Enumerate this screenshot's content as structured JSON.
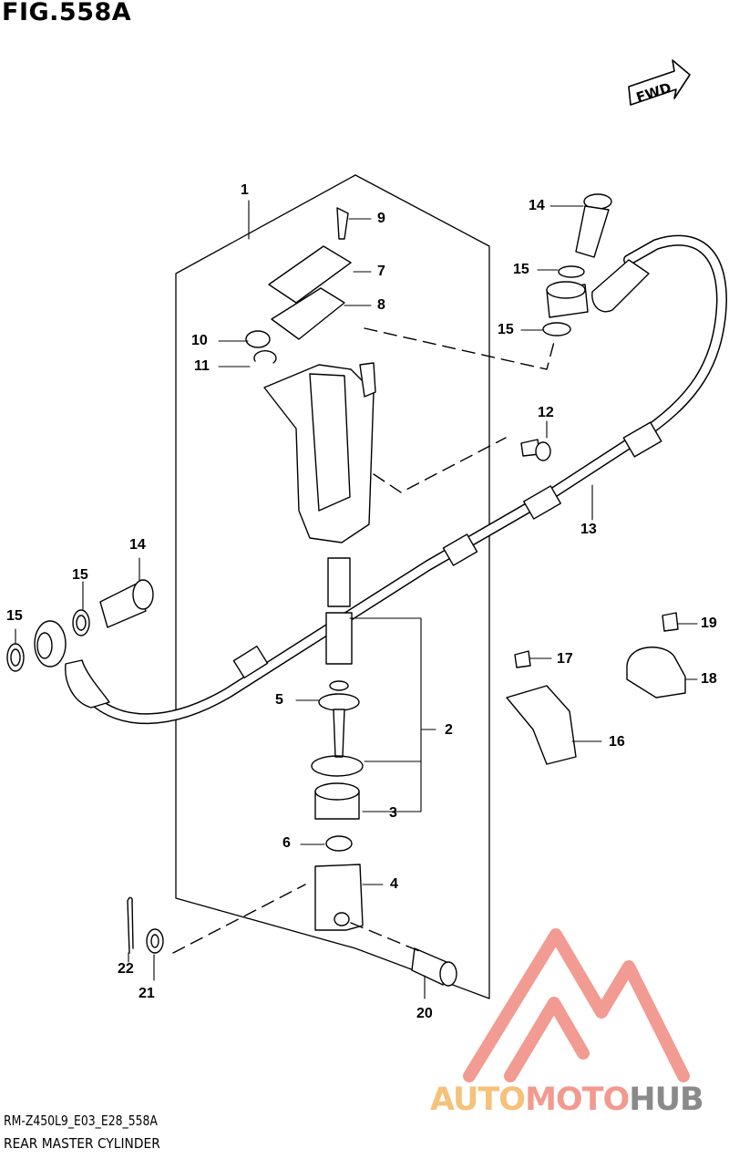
{
  "figure": {
    "title": "FIG.558A",
    "code": "RM-Z450L9_E03_E28_558A",
    "name": "REAR MASTER CYLINDER",
    "direction_label": "FWD"
  },
  "callouts": [
    {
      "id": "1",
      "label": "1"
    },
    {
      "id": "2",
      "label": "2"
    },
    {
      "id": "3",
      "label": "3"
    },
    {
      "id": "4",
      "label": "4"
    },
    {
      "id": "5",
      "label": "5"
    },
    {
      "id": "6",
      "label": "6"
    },
    {
      "id": "7",
      "label": "7"
    },
    {
      "id": "8",
      "label": "8"
    },
    {
      "id": "9",
      "label": "9"
    },
    {
      "id": "10",
      "label": "10"
    },
    {
      "id": "11",
      "label": "11"
    },
    {
      "id": "12",
      "label": "12"
    },
    {
      "id": "13",
      "label": "13"
    },
    {
      "id": "14a",
      "label": "14"
    },
    {
      "id": "14b",
      "label": "14"
    },
    {
      "id": "15a",
      "label": "15"
    },
    {
      "id": "15b",
      "label": "15"
    },
    {
      "id": "15c",
      "label": "15"
    },
    {
      "id": "15d",
      "label": "15"
    },
    {
      "id": "16",
      "label": "16"
    },
    {
      "id": "17",
      "label": "17"
    },
    {
      "id": "18",
      "label": "18"
    },
    {
      "id": "19",
      "label": "19"
    },
    {
      "id": "20",
      "label": "20"
    },
    {
      "id": "21",
      "label": "21"
    },
    {
      "id": "22",
      "label": "22"
    }
  ],
  "watermark": {
    "part1": "AUTO",
    "part2": "MOTO",
    "part3": "HUB",
    "colors": {
      "auto": "#f5c27a",
      "moto": "#f29a90",
      "hub": "#8a8a8a",
      "triangle": "#f08a80"
    }
  }
}
